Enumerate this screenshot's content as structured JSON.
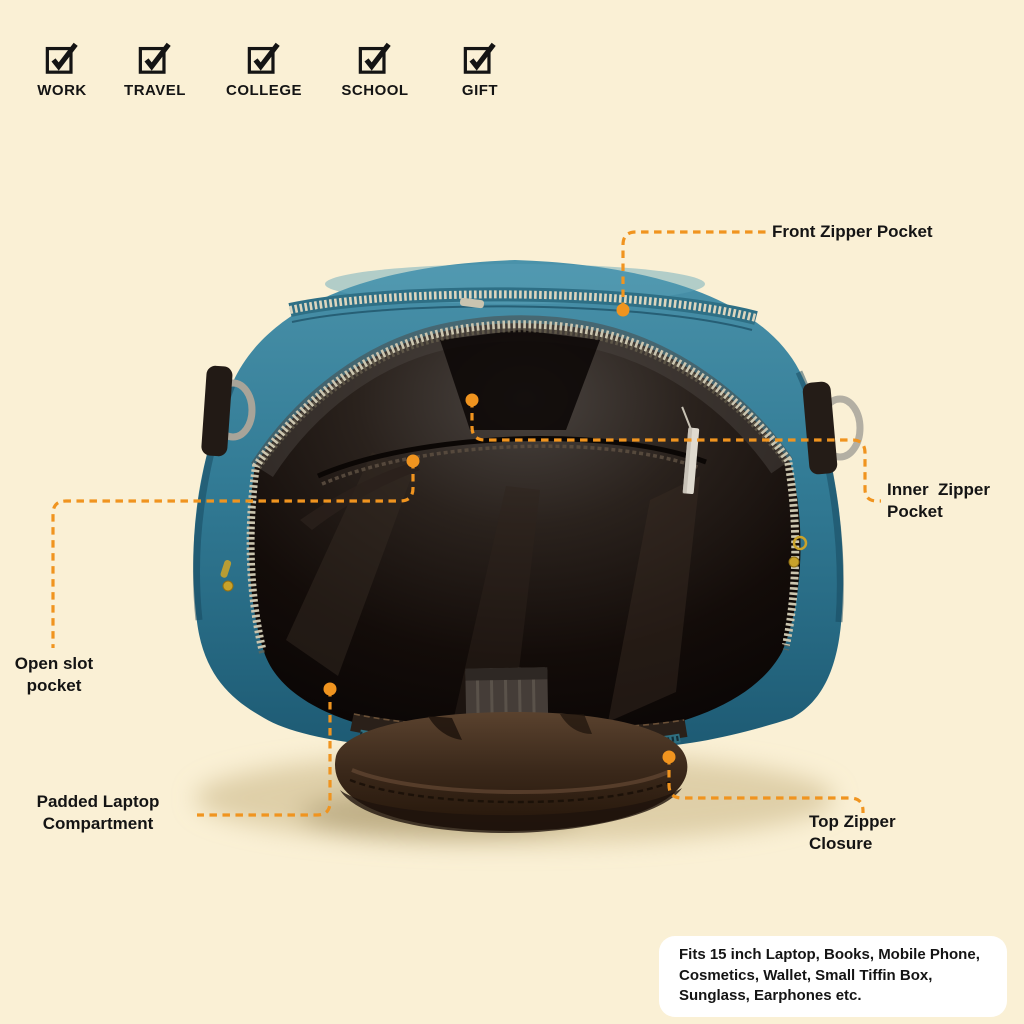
{
  "colors": {
    "background": "#FAF0D5",
    "accent": "#F0941F",
    "text": "#141414",
    "info_box_bg": "#FFFFFF"
  },
  "badges": {
    "items": [
      {
        "label": "WORK"
      },
      {
        "label": "TRAVEL"
      },
      {
        "label": "COLLEGE"
      },
      {
        "label": "SCHOOL"
      },
      {
        "label": "GIFT"
      }
    ]
  },
  "callouts": {
    "front_zipper": {
      "label": "Front Zipper Pocket"
    },
    "inner_zipper": {
      "label": "Inner  Zipper\nPocket"
    },
    "open_slot": {
      "label": "Open slot\npocket"
    },
    "padded_laptop": {
      "label": "Padded Laptop\nCompartment"
    },
    "top_zipper": {
      "label": "Top Zipper\nClosure"
    }
  },
  "info_box": {
    "text": "Fits 15 inch Laptop, Books, Mobile Phone,\nCosmetics, Wallet, Small Tiffin Box,\nSunglass, Earphones etc."
  }
}
